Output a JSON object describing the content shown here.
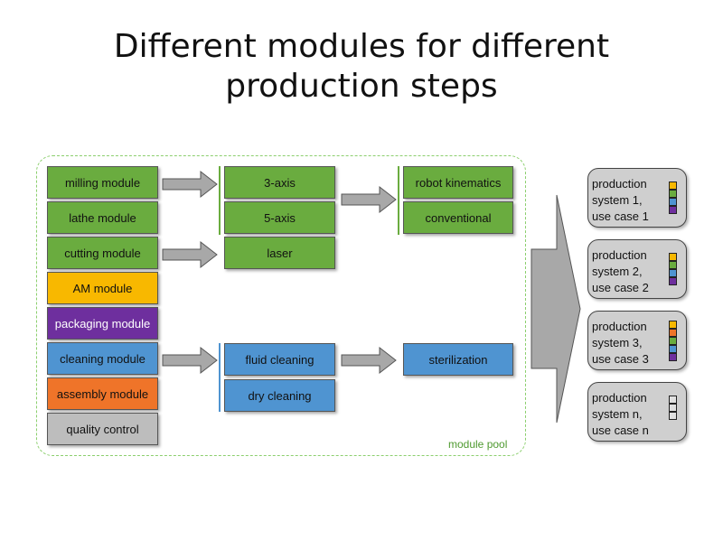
{
  "title": {
    "line1": "Different modules for different",
    "line2": "production steps"
  },
  "modules": [
    {
      "label": "milling module",
      "color": "#6aac3f"
    },
    {
      "label": "lathe module",
      "color": "#6aac3f"
    },
    {
      "label": "cutting module",
      "color": "#6aac3f"
    },
    {
      "label": "AM module",
      "color": "#f8b800"
    },
    {
      "label": "packaging module",
      "color": "#6e2f9e"
    },
    {
      "label": "cleaning module",
      "color": "#4f94d1"
    },
    {
      "label": "assembly module",
      "color": "#ef7429"
    },
    {
      "label": "quality control",
      "color": "#bdbdbd"
    }
  ],
  "variants": {
    "axis3": "3-axis",
    "axis5": "5-axis",
    "laser": "laser",
    "fluid_cleaning": "fluid cleaning",
    "dry_cleaning": "dry cleaning"
  },
  "kinematics": {
    "robot": "robot kinematics",
    "conventional": "conventional",
    "sterilization": "sterilization"
  },
  "pool_label": "module pool",
  "systems": [
    {
      "line1": "production",
      "line2": "system 1,",
      "line3": "use case 1",
      "squares": [
        "#f8b800",
        "#6aac3f",
        "#4f94d1",
        "#6e2f9e"
      ]
    },
    {
      "line1": "production",
      "line2": "system 2,",
      "line3": "use case 2",
      "squares": [
        "#f8b800",
        "#6aac3f",
        "#4f94d1",
        "#6e2f9e"
      ]
    },
    {
      "line1": "production",
      "line2": "system 3,",
      "line3": "use case 3",
      "squares": [
        "#f8b800",
        "#ef7429",
        "#6aac3f",
        "#4f94d1",
        "#6e2f9e"
      ]
    },
    {
      "line1": "production",
      "line2": "system n,",
      "line3": "use case n",
      "squares": [
        "#e0e0e0",
        "#e0e0e0",
        "#e0e0e0"
      ]
    }
  ]
}
